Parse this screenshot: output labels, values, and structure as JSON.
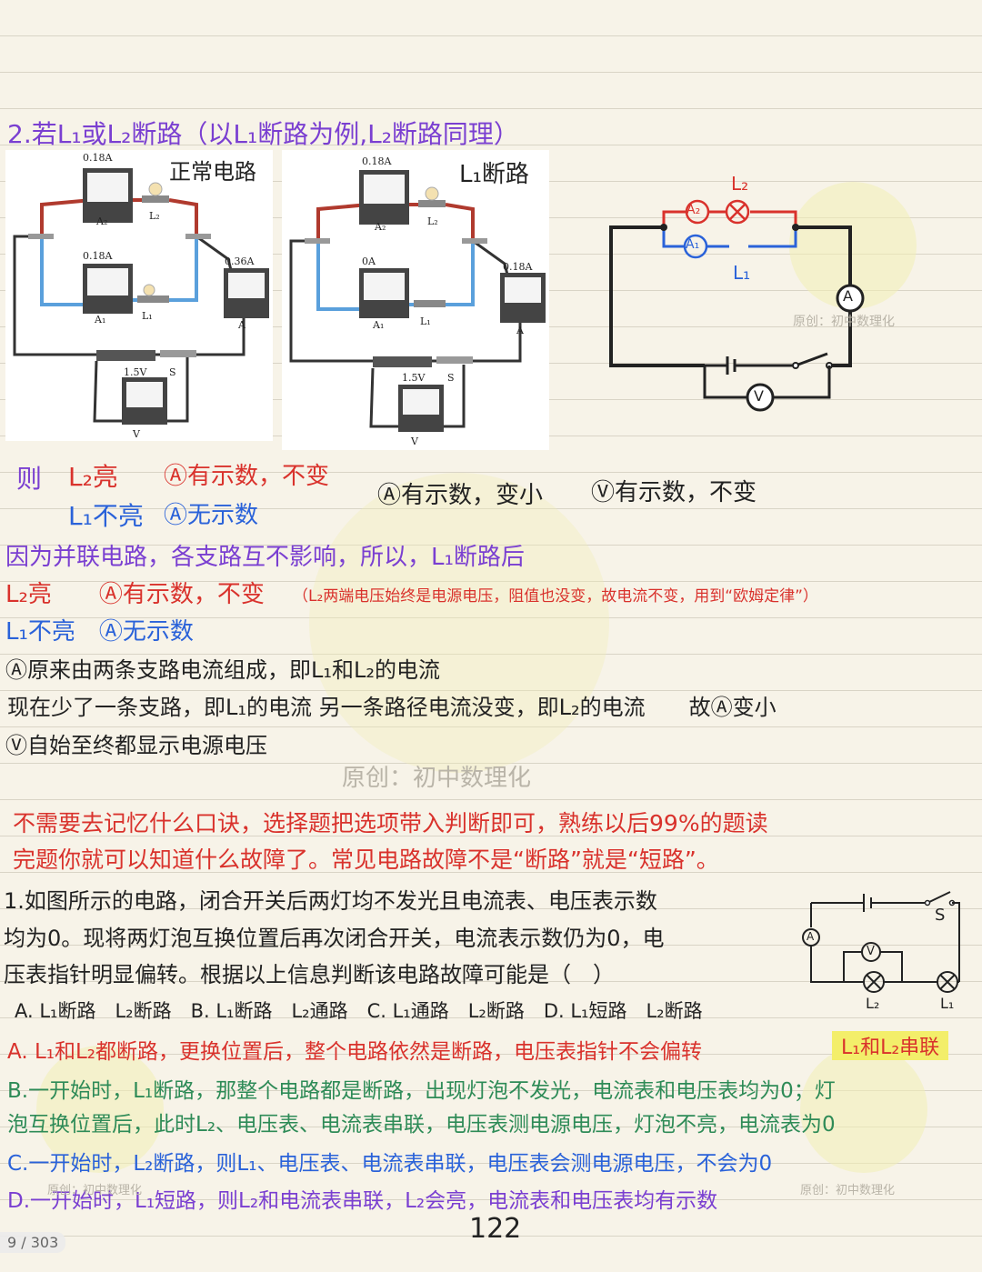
{
  "heading": "2.若L₁或L₂断路（以L₁断路为例,L₂断路同理）",
  "panels": {
    "normal": {
      "title": "正常电路",
      "a2_reading": "0.18A",
      "a2_label": "A₂",
      "l2_label": "L₂",
      "a1_reading": "0.18A",
      "a1_label": "A₁",
      "l1_label": "L₁",
      "a_reading": "0.36A",
      "a_label": "A",
      "v_reading": "1.5V",
      "v_label": "V",
      "s_label": "S"
    },
    "open": {
      "title": "L₁断路",
      "a2_reading": "0.18A",
      "a2_label": "A₂",
      "l2_label": "L₂",
      "a1_reading": "0A",
      "a1_label": "A₁",
      "l1_label": "L₁",
      "a_reading": "0.18A",
      "a_label": "A",
      "v_reading": "1.5V",
      "v_label": "V",
      "s_label": "S"
    }
  },
  "schematic": {
    "l2": "L₂",
    "a2": "A₂",
    "a1": "A₁",
    "l1": "L₁",
    "a": "A",
    "v": "V",
    "watermark": "原创：初中数理化"
  },
  "result": {
    "ze": "则",
    "l2_on": "L₂亮",
    "a2_has": "Ⓐ有示数，不变",
    "l1_off": "L₁不亮",
    "a1_none": "Ⓐ无示数",
    "a_small": "Ⓐ有示数，变小",
    "v_same": "Ⓥ有示数，不变"
  },
  "explain": {
    "line1": "因为并联电路，各支路互不影响，所以，L₁断路后",
    "line2_main": "L₂亮　　Ⓐ有示数，不变",
    "line2_note": "（L₂两端电压始终是电源电压，阻值也没变，故电流不变，用到“欧姆定律”）",
    "line3": "L₁不亮　Ⓐ无示数",
    "line4": "Ⓐ原来由两条支路电流组成，即L₁和L₂的电流",
    "line5": "现在少了一条支路，即L₁的电流  另一条路径电流没变，即L₂的电流　　故Ⓐ变小",
    "line6": "Ⓥ自始至终都显示电源电压"
  },
  "watermark_mid": "原创：初中数理化",
  "tip": {
    "line1": "不需要去记忆什么口诀，选择题把选项带入判断即可，熟练以后99%的题读",
    "line2": "完题你就可以知道什么故障了。常见电路故障不是“断路”就是“短路”。"
  },
  "question": {
    "line1": "1.如图所示的电路，闭合开关后两灯均不发光且电流表、电压表示数",
    "line2": "均为0。现将两灯泡互换位置后再次闭合开关，电流表示数仍为0，电",
    "line3": "压表指针明显偏转。根据以上信息判断该电路故障可能是（　）",
    "options": "A. L₁断路　L₂断路　B. L₁断路　L₂通路　C. L₁通路　L₂断路　D. L₁短路　L₂断路",
    "fig_s": "S",
    "fig_a": "A",
    "fig_v": "V",
    "fig_l2": "L₂",
    "fig_l1": "L₁"
  },
  "answers": {
    "a": "A. L₁和L₂都断路，更换位置后，整个电路依然是断路，电压表指针不会偏转",
    "a_tag": "L₁和L₂串联",
    "b1": "B.一开始时，L₁断路，那整个电路都是断路，出现灯泡不发光，电流表和电压表均为0；灯",
    "b2": "泡互换位置后，此时L₂、电压表、电流表串联，电压表测电源电压，灯泡不亮，电流表为0",
    "c": "C.一开始时，L₂断路，则L₁、电压表、电流表串联，电压表会测电源电压，不会为0",
    "d": "D.一开始时，L₁短路，则L₂和电流表串联，L₂会亮，电流表和电压表均有示数"
  },
  "footer": {
    "page_counter": "9 / 303",
    "page_number": "122",
    "wm_left": "原创：初中数理化",
    "wm_right": "原创：初中数理化"
  },
  "colors": {
    "purple": "#7a3fd1",
    "red": "#d9322c",
    "blue": "#2a62d9",
    "green": "#2e8b57",
    "wire_red": "#b03a2e",
    "wire_blue": "#5aa0dc"
  }
}
